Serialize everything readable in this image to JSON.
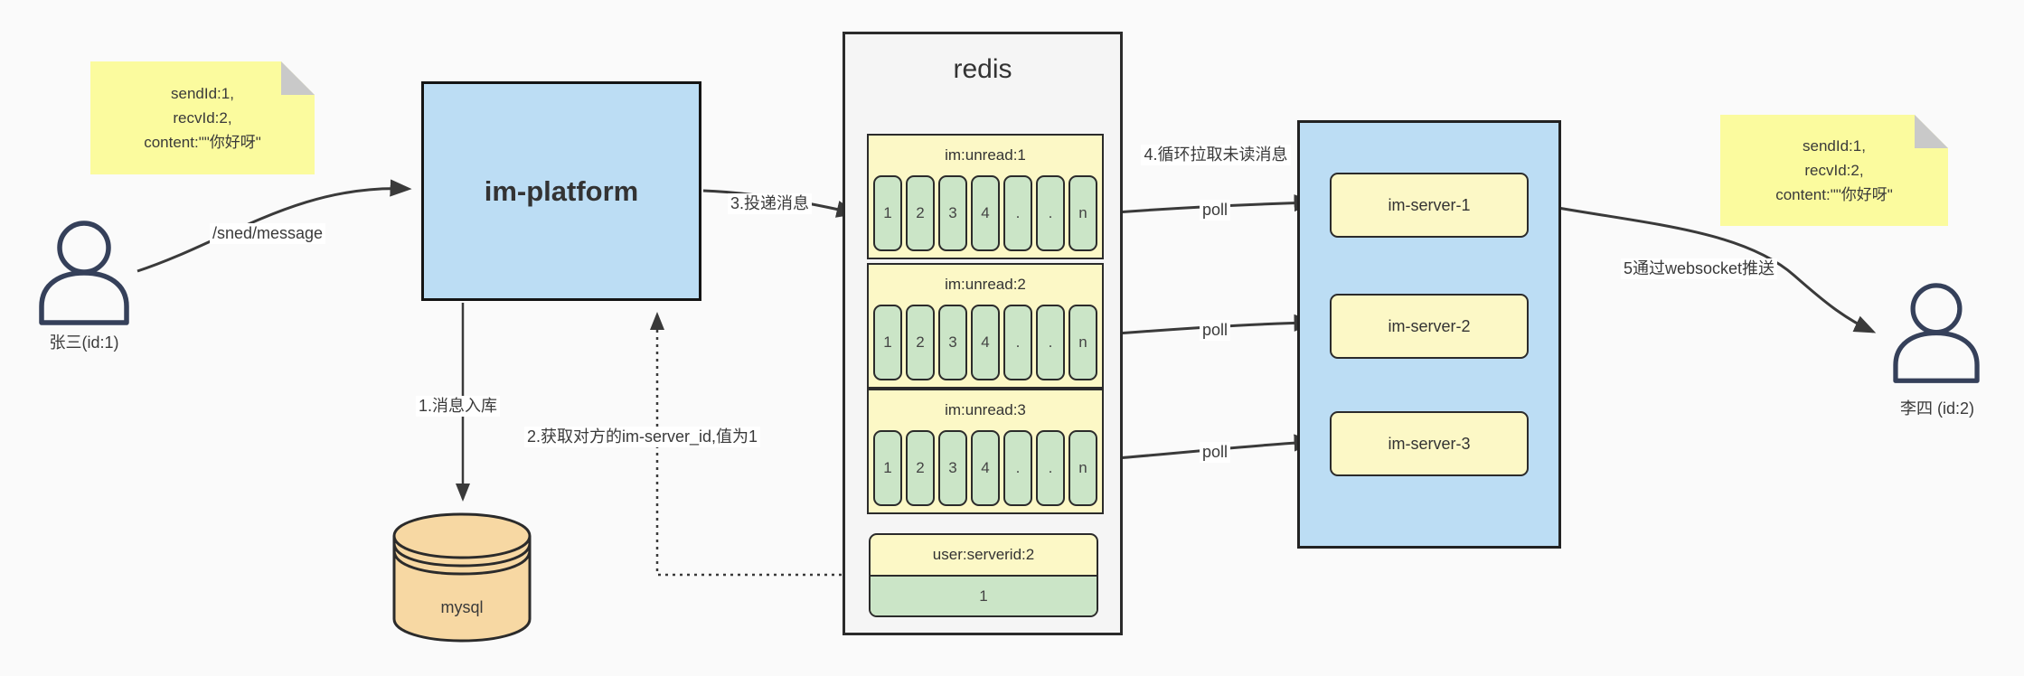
{
  "notes": {
    "left": {
      "lines": [
        "sendId:1,",
        "recvId:2,",
        "content:\"\"你好呀\""
      ]
    },
    "right": {
      "lines": [
        "sendId:1,",
        "recvId:2,",
        "content:\"\"你好呀\""
      ]
    }
  },
  "users": {
    "sender": {
      "label": "张三(id:1)"
    },
    "receiver": {
      "label": "李四 (id:2)"
    }
  },
  "platform": {
    "label": "im-platform"
  },
  "mysql": {
    "label": "mysql"
  },
  "redis": {
    "title": "redis",
    "queues": [
      {
        "name": "im:unread:1",
        "cells": [
          "1",
          "2",
          "3",
          "4",
          ".",
          ".",
          "n"
        ]
      },
      {
        "name": "im:unread:2",
        "cells": [
          "1",
          "2",
          "3",
          "4",
          ".",
          ".",
          "n"
        ]
      },
      {
        "name": "im:unread:3",
        "cells": [
          "1",
          "2",
          "3",
          "4",
          ".",
          ".",
          "n"
        ]
      }
    ],
    "kv": {
      "name": "user:serverid:2",
      "value": "1"
    }
  },
  "servers": [
    {
      "label": "im-server-1"
    },
    {
      "label": "im-server-2"
    },
    {
      "label": "im-server-3"
    }
  ],
  "edges": {
    "send_label": "/sned/message",
    "store_label": "1.消息入库",
    "fetch_label": "2.获取对方的im-server_id,值为1",
    "deliver_label": "3.投递消息",
    "pull_label": "4.循环拉取未读消息",
    "poll_label": "poll",
    "push_label": "5通过websocket推送"
  },
  "colors": {
    "background": "#fafafa",
    "note_yellow": "#fbfb9e",
    "box_blue": "#bcddf4",
    "pale_yellow": "#fcf8c6",
    "cell_green": "#cbe5c7",
    "mysql_tan": "#f7d8a3",
    "redis_gray": "#f5f5f5",
    "line_dark": "#3a3a3a"
  }
}
